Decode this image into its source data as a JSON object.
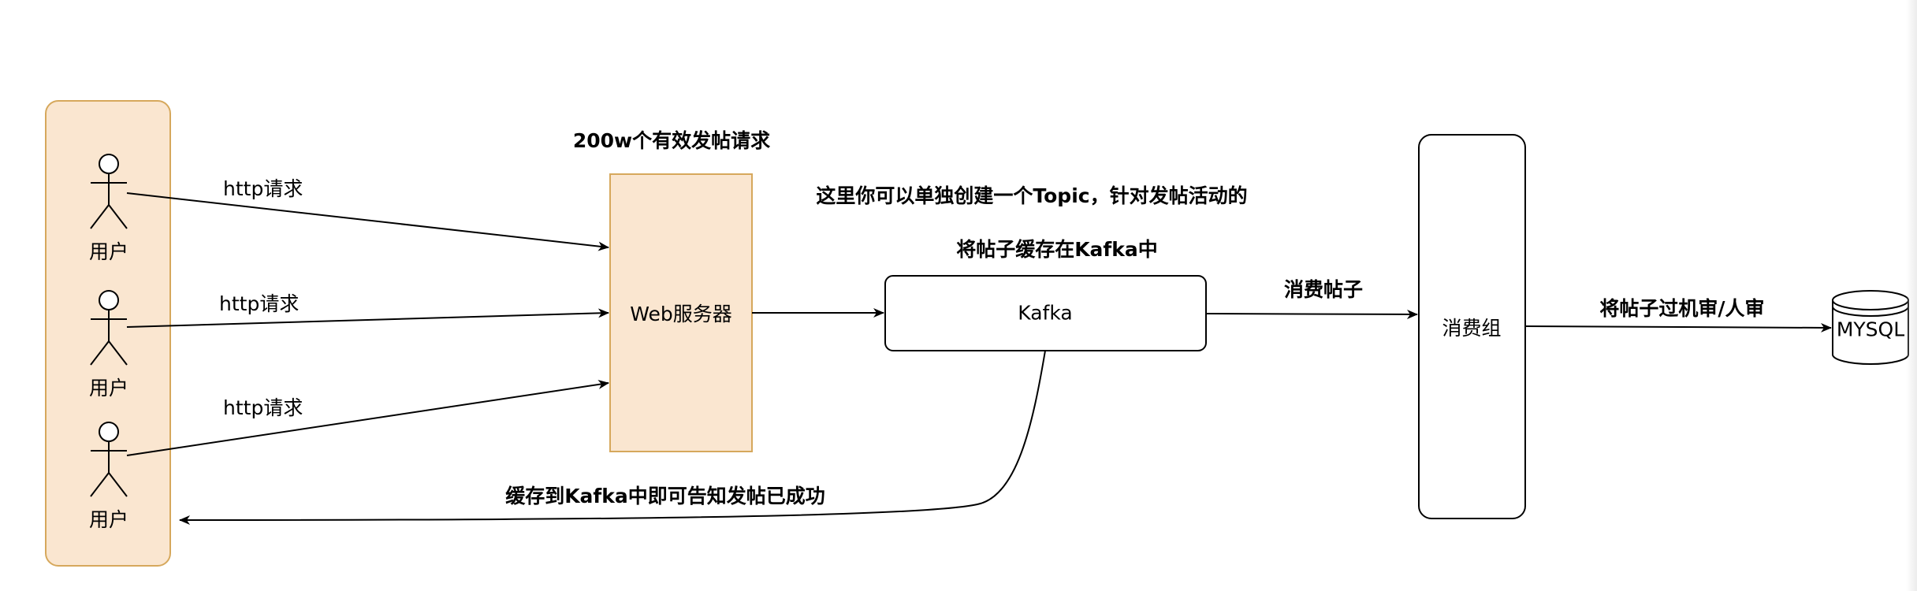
{
  "diagram": {
    "users": [
      {
        "label": "用户"
      },
      {
        "label": "用户"
      },
      {
        "label": "用户"
      }
    ],
    "http_labels": [
      "http请求",
      "http请求",
      "http请求"
    ],
    "request_count_label": "200w个有效发帖请求",
    "web_server_label": "Web服务器",
    "topic_note_line1": "这里你可以单独创建一个Topic，针对发帖活动的",
    "topic_note_line2": "将帖子缓存在Kafka中",
    "kafka_label": "Kafka",
    "consume_label": "消费帖子",
    "consumer_group_label": "消费组",
    "review_label": "将帖子过机审/人审",
    "db_label": "MYSQL",
    "return_label": "缓存到Kafka中即可告知发帖已成功"
  },
  "colors": {
    "user_panel_fill": "#fae6d0",
    "user_panel_stroke": "#d6a85c",
    "web_server_fill": "#fae6d0",
    "web_server_stroke": "#d6a85c",
    "line": "#000000",
    "background": "#ffffff"
  }
}
